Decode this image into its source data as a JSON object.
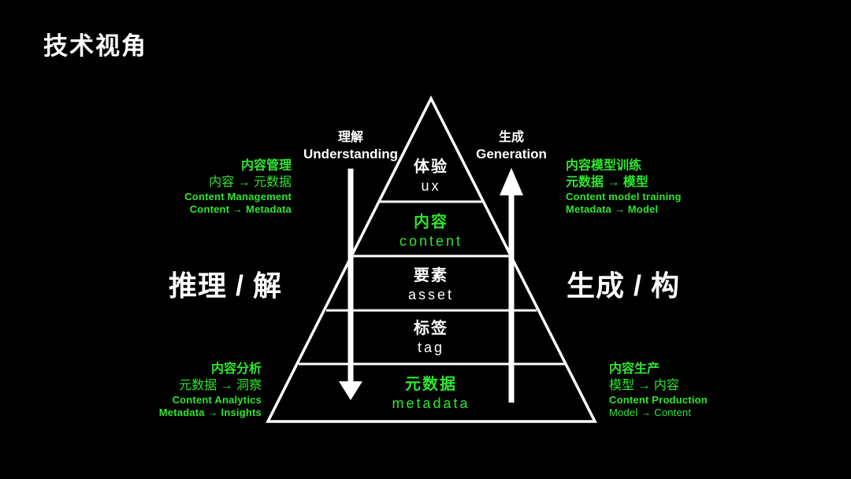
{
  "title": "技术视角",
  "colors": {
    "background": "#000000",
    "text": "#ffffff",
    "accent_green": "#2ee62e"
  },
  "pyramid": {
    "layers": [
      {
        "zh": "体验",
        "en": "ux",
        "color": "white"
      },
      {
        "zh": "内容",
        "en": "content",
        "color": "green"
      },
      {
        "zh": "要素",
        "en": "asset",
        "color": "white"
      },
      {
        "zh": "标签",
        "en": "tag",
        "color": "white"
      },
      {
        "zh": "元数据",
        "en": "metadata",
        "color": "green"
      }
    ]
  },
  "arrows": {
    "left": {
      "zh": "理解",
      "en": "Understanding",
      "direction": "down"
    },
    "right": {
      "zh": "生成",
      "en": "Generation",
      "direction": "up"
    }
  },
  "side_labels": {
    "left": "推理 / 解",
    "right": "生成 / 构"
  },
  "annotations": {
    "top_left": {
      "zh_title": "内容管理",
      "zh_flow": "内容 → 元数据",
      "en_title": "Content Management",
      "en_flow": "Content → Metadata"
    },
    "top_right": {
      "zh_title": "内容模型训练",
      "zh_flow": "元数据 → 模型",
      "en_title": "Content model training",
      "en_flow": "Metadata → Model"
    },
    "bottom_left": {
      "zh_title": "内容分析",
      "zh_flow": "元数据 → 洞察",
      "en_title": "Content Analytics",
      "en_flow": "Metadata → Insights"
    },
    "bottom_right": {
      "zh_title": "内容生产",
      "zh_flow": "模型 → 内容",
      "en_title": "Content Production",
      "en_flow": "Model → Content"
    }
  }
}
